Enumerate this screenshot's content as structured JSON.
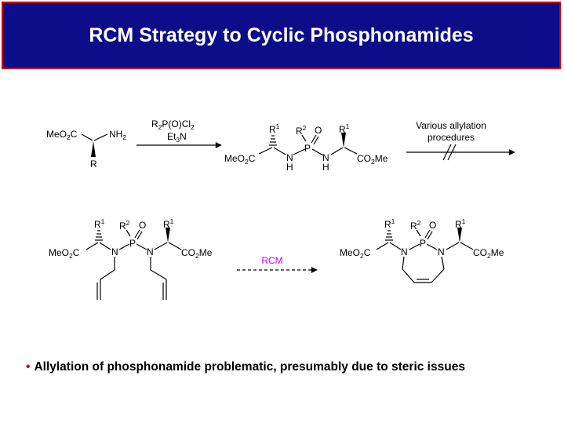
{
  "title": "RCM Strategy to Cyclic Phosphonamides",
  "labels": {
    "MeO2C": "MeO",
    "two": "2",
    "C": "C",
    "CO2Me_a": "CO",
    "CO2Me_b": "Me",
    "NH": "NH",
    "N": "N",
    "H": "H",
    "P": "P",
    "O": "O",
    "R": "R",
    "R1": "1",
    "R2": "2"
  },
  "reagents": {
    "line1": "R",
    "line1_rest": "P(O)Cl",
    "line2_a": "Et",
    "line2_b": "N",
    "sub2": "2",
    "sub3": "3"
  },
  "allylation": {
    "line1": "Various allylation",
    "line2": "procedures"
  },
  "rcm_label": "RCM",
  "bullet": "Allylation of phosphonamide problematic, presumably due to steric issues",
  "colors": {
    "banner": "#0d0d8a",
    "banner_border": "#c80000",
    "rcm": "#d200d2",
    "bullet": "#d00000"
  }
}
